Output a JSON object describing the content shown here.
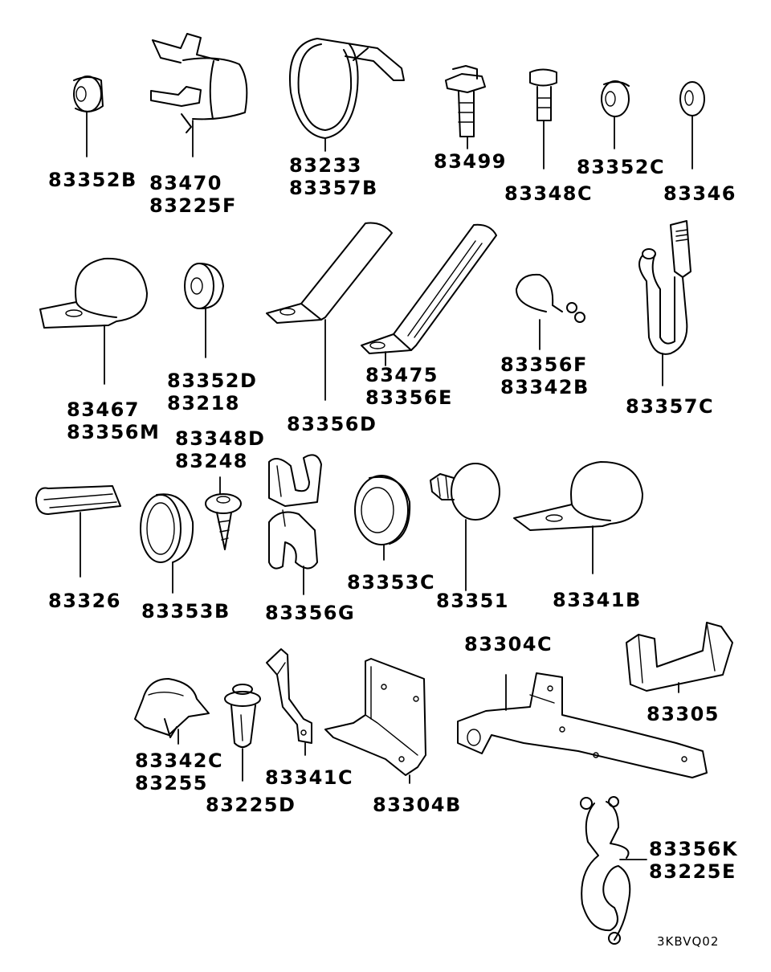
{
  "diagram_code": "3KBVQ02",
  "parts": [
    {
      "id": "p01",
      "numbers": [
        "83352B"
      ]
    },
    {
      "id": "p02",
      "numbers": [
        "83470",
        "83225F"
      ]
    },
    {
      "id": "p03",
      "numbers": [
        "83233",
        "83357B"
      ]
    },
    {
      "id": "p04",
      "numbers": [
        "83499"
      ]
    },
    {
      "id": "p05",
      "numbers": [
        "83348C"
      ]
    },
    {
      "id": "p06",
      "numbers": [
        "83352C"
      ]
    },
    {
      "id": "p07",
      "numbers": [
        "83346"
      ]
    },
    {
      "id": "p08",
      "numbers": [
        "83467",
        "83356M"
      ]
    },
    {
      "id": "p09",
      "numbers": [
        "83352D",
        "83218"
      ]
    },
    {
      "id": "p10",
      "numbers": [
        "83356D"
      ]
    },
    {
      "id": "p11",
      "numbers": [
        "83475",
        "83356E"
      ]
    },
    {
      "id": "p12",
      "numbers": [
        "83356F",
        "83342B"
      ]
    },
    {
      "id": "p13",
      "numbers": [
        "83357C"
      ]
    },
    {
      "id": "p14",
      "numbers": [
        "83348D",
        "83248"
      ]
    },
    {
      "id": "p15",
      "numbers": [
        "83326"
      ]
    },
    {
      "id": "p16",
      "numbers": [
        "83353B"
      ]
    },
    {
      "id": "p17",
      "numbers": [
        "83356G"
      ]
    },
    {
      "id": "p18",
      "numbers": [
        "83353C"
      ]
    },
    {
      "id": "p19",
      "numbers": [
        "83351"
      ]
    },
    {
      "id": "p20",
      "numbers": [
        "83341B"
      ]
    },
    {
      "id": "p21",
      "numbers": [
        "83304C"
      ]
    },
    {
      "id": "p22",
      "numbers": [
        "83305"
      ]
    },
    {
      "id": "p23",
      "numbers": [
        "83342C",
        "83255"
      ]
    },
    {
      "id": "p24",
      "numbers": [
        "83225D"
      ]
    },
    {
      "id": "p25",
      "numbers": [
        "83341C"
      ]
    },
    {
      "id": "p26",
      "numbers": [
        "83304B"
      ]
    },
    {
      "id": "p27",
      "numbers": [
        "83356K",
        "83225E"
      ]
    }
  ]
}
